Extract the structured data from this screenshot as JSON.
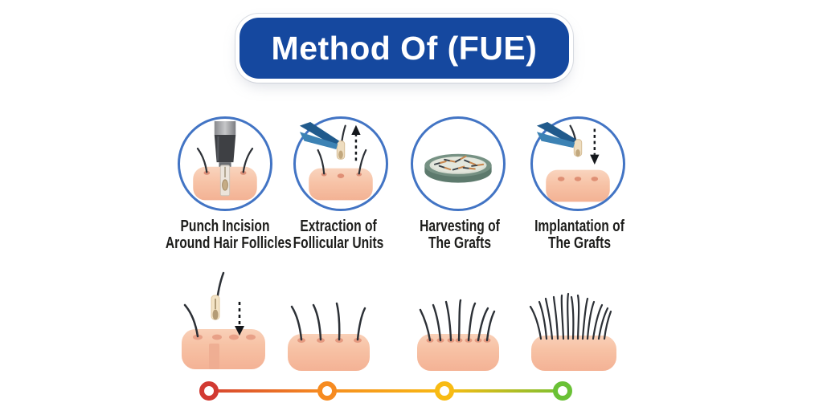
{
  "title": {
    "text": "Method Of (FUE)",
    "bg_color": "#15489f",
    "text_color": "#ffffff"
  },
  "steps": [
    {
      "icon": "punch-tool-icon",
      "label_line1": "Punch Incision",
      "label_line2": "Around Hair Follicles"
    },
    {
      "icon": "tweezers-extraction-icon",
      "label_line1": "Extraction of",
      "label_line2": "Follicular Units"
    },
    {
      "icon": "petri-dish-icon",
      "label_line1": "Harvesting of",
      "label_line2": "The Grafts"
    },
    {
      "icon": "tweezers-implantation-icon",
      "label_line1": "Implantation of",
      "label_line2": "The Grafts"
    }
  ],
  "growth_stages": [
    {
      "name": "graft-being-implanted",
      "hair_count": 1
    },
    {
      "name": "early-growth",
      "hair_count": 4
    },
    {
      "name": "mid-growth",
      "hair_count": 7
    },
    {
      "name": "full-growth",
      "hair_count": 13
    }
  ],
  "timeline": {
    "marker_colors": [
      "#d23a32",
      "#f68b21",
      "#f8bb13",
      "#6ac136"
    ],
    "line_gradient": [
      "#d23a32",
      "#f68b21",
      "#f8bb13",
      "#6ac136"
    ]
  },
  "palette": {
    "circle_ring_blue": "#4274c4",
    "skin_light": "#f9d4be",
    "skin_dark": "#f3b294",
    "hole": "#e09279",
    "hair": "#2c3036",
    "tweezers_dark": "#205a8c",
    "tweezers_light": "#3c82b4",
    "petri_rim": "#769183",
    "petri_wall": "#5d7a6d",
    "petri_inner": "#dbe0d5",
    "follicle_sleeve": "#f0dfc2",
    "follicle_bulb": "#bfa67e"
  }
}
